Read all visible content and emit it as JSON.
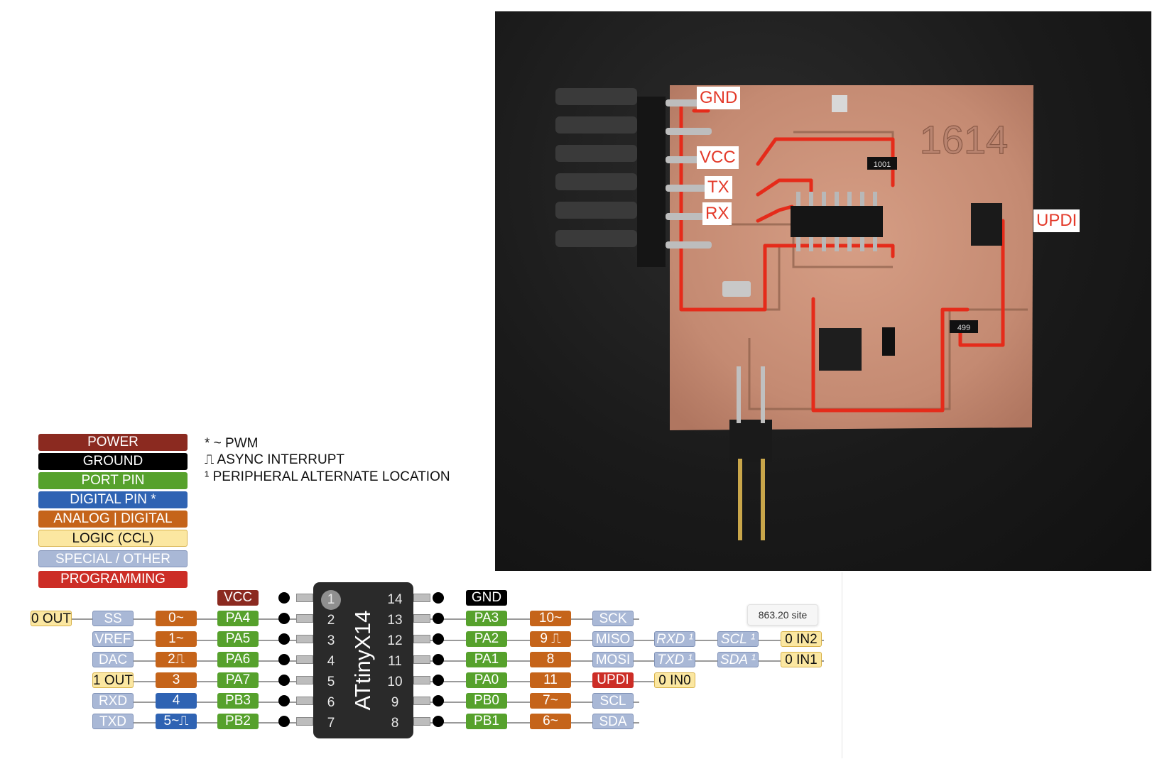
{
  "legend": {
    "items": [
      {
        "key": "power",
        "label": "POWER",
        "color": "#8b2a20"
      },
      {
        "key": "ground",
        "label": "GROUND",
        "color": "#000000"
      },
      {
        "key": "port",
        "label": "PORT PIN",
        "color": "#56a12c"
      },
      {
        "key": "digital",
        "label": "DIGITAL PIN *",
        "color": "#2f63b3"
      },
      {
        "key": "analog",
        "label": "ANALOG | DIGITAL",
        "color": "#c5641a"
      },
      {
        "key": "logic",
        "label": "LOGIC (CCL)",
        "color": "#fbe7a1"
      },
      {
        "key": "special",
        "label": "SPECIAL / OTHER",
        "color": "#a9b8d6"
      },
      {
        "key": "prog",
        "label": "PROGRAMMING",
        "color": "#cc2d26"
      }
    ],
    "notes": [
      "* ~  PWM",
      "⎍ ASYNC INTERRUPT",
      "¹ PERIPHERAL ALTERNATE LOCATION"
    ]
  },
  "photo": {
    "labels": {
      "gnd": "GND",
      "vcc": "VCC",
      "tx": "TX",
      "rx": "RX",
      "updi": "UPDI"
    },
    "board_text": "1614",
    "resistor_marks": [
      "1001",
      "499"
    ]
  },
  "chip": {
    "name": "ATtinyX14",
    "left_pins": [
      "1",
      "2",
      "3",
      "4",
      "5",
      "6",
      "7"
    ],
    "right_pins": [
      "14",
      "13",
      "12",
      "11",
      "10",
      "9",
      "8"
    ]
  },
  "pinout": {
    "left": [
      {
        "port": "VCC",
        "port_type": "power"
      },
      {
        "port": "PA4",
        "num": "0~",
        "sp": "SS",
        "logic": "0 OUT"
      },
      {
        "port": "PA5",
        "num": "1~",
        "sp": "VREF"
      },
      {
        "port": "PA6",
        "num": "2⎍",
        "sp": "DAC"
      },
      {
        "port": "PA7",
        "num": "3",
        "logic": "1 OUT"
      },
      {
        "port": "PB3",
        "num": "4",
        "num_type": "digital",
        "sp": "RXD"
      },
      {
        "port": "PB2",
        "num": "5~⎍",
        "num_type": "digital",
        "sp": "TXD"
      }
    ],
    "right": [
      {
        "port": "GND",
        "port_type": "ground"
      },
      {
        "port": "PA3",
        "num": "10~",
        "sp": "SCK"
      },
      {
        "port": "PA2",
        "num": "9 ⎍",
        "sp": "MISO",
        "alt1": "RXD ¹",
        "alt2": "SCL ¹",
        "logic": "0 IN2"
      },
      {
        "port": "PA1",
        "num": "8",
        "sp": "MOSI",
        "alt1": "TXD ¹",
        "alt2": "SDA ¹",
        "logic": "0 IN1"
      },
      {
        "port": "PA0",
        "num": "11",
        "sp": "UPDI",
        "sp_type": "prog",
        "logic": "0 IN0"
      },
      {
        "port": "PB0",
        "num": "7~",
        "sp": "SCL"
      },
      {
        "port": "PB1",
        "num": "6~",
        "sp": "SDA"
      }
    ]
  },
  "badge": "863.20 site"
}
